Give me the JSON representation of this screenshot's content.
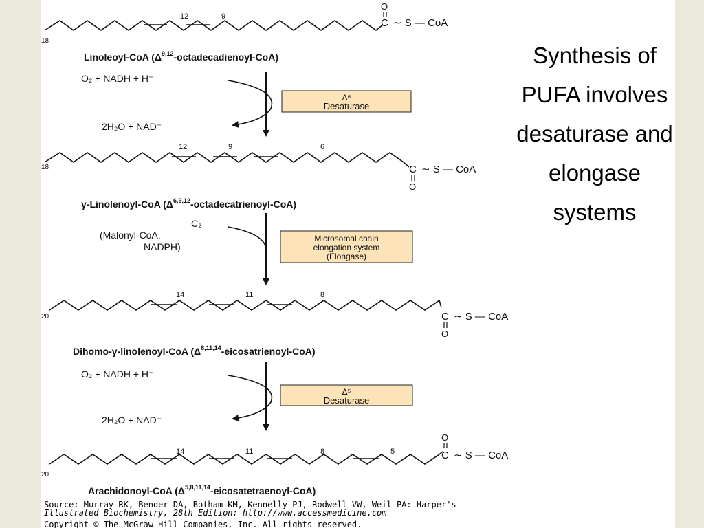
{
  "slide_title_lines": [
    "Synthesis of",
    "PUFA involves",
    "desaturase and",
    "elongase",
    "systems"
  ],
  "molecules": [
    {
      "id": "m1",
      "name": "Linoleoyl-CoA (Δ",
      "sup": "9,12",
      "rest": "-octadecadienoyl-CoA)",
      "chain_end": "18",
      "positions": [
        "12",
        "9"
      ],
      "group": {
        "o": "O",
        "c": "C",
        "tail": "∼ S — CoA"
      }
    },
    {
      "id": "m2",
      "name": "γ-Linolenoyl-CoA (Δ",
      "sup": "6,9,12",
      "rest": "-octadecatrienoyl-CoA)",
      "chain_end": "18",
      "positions": [
        "12",
        "9",
        "6"
      ],
      "group": {
        "o": "O",
        "c": "C",
        "tail": "∼ S — CoA"
      }
    },
    {
      "id": "m3",
      "name": "Dihomo-γ-linolenoyl-CoA (Δ",
      "sup": "8,11,14",
      "rest": "-eicosatrienoyl-CoA)",
      "chain_end": "20",
      "positions": [
        "14",
        "11",
        "8"
      ],
      "group": {
        "o": "O",
        "c": "C",
        "tail": "∼ S — CoA"
      }
    },
    {
      "id": "m4",
      "name": "Arachidonoyl-CoA (Δ",
      "sup": "5,8,11,14",
      "rest": "-eicosatetraenoyl-CoA)",
      "chain_end": "20",
      "positions": [
        "14",
        "11",
        "8",
        "5"
      ],
      "group": {
        "o": "O",
        "c": "C",
        "tail": "∼ S — CoA"
      }
    }
  ],
  "steps": [
    {
      "id": "s1",
      "inputs": "O₂ + NADH + H⁺",
      "outputs": "2H₂O + NAD⁺",
      "enzyme_lines": [
        "Δ⁶",
        "Desaturase"
      ]
    },
    {
      "id": "s2",
      "inputs_lines": [
        "C₂",
        "(Malonyl-CoA,",
        "NADPH)"
      ],
      "enzyme_lines": [
        "Microsomal chain",
        "elongation system",
        "(Elongase)"
      ]
    },
    {
      "id": "s3",
      "inputs": "O₂ + NADH + H⁺",
      "outputs": "2H₂O + NAD⁺",
      "enzyme_lines": [
        "Δ⁵",
        "Desaturase"
      ]
    }
  ],
  "source_lines": [
    "Source: Murray RK, Bender DA, Botham KM, Kennelly PJ, Rodwell VW, Weil PA: Harper's",
    "Illustrated Biochemistry, 28th Edition: http://www.accessmedicine.com"
  ],
  "copyright": "Copyright © The McGraw-Hill Companies, Inc. All rights reserved.",
  "colors": {
    "enzyme_box_fill": "#fde4b8",
    "enzyme_box_stroke": "#222222",
    "ink": "#111111"
  }
}
